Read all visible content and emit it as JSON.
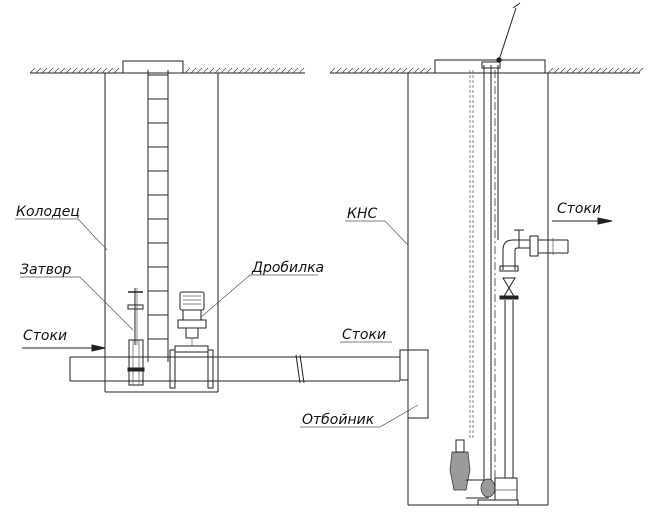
{
  "labels": {
    "well": "Колодец",
    "gate": "Затвор",
    "inflow_left": "Стоки",
    "crusher": "Дробилка",
    "kns": "КНС",
    "inflow_middle": "Стоки",
    "outflow_right": "Стоки",
    "deflector": "Отбойник"
  }
}
